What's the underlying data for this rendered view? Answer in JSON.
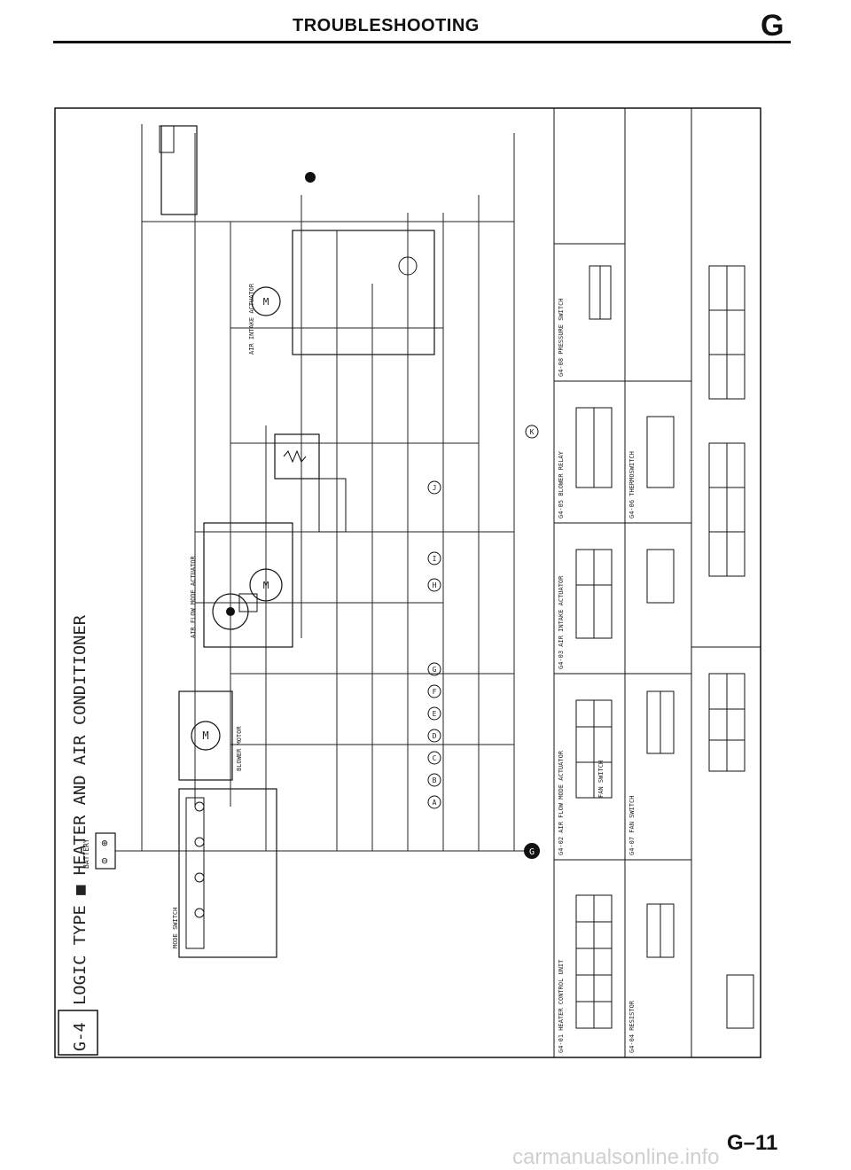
{
  "header": {
    "title": "TROUBLESHOOTING",
    "section_letter": "G"
  },
  "diagram": {
    "section_id": "G-4",
    "title": "LOGIC TYPE ■ HEATER AND AIR CONDITIONER",
    "battery_label": "BATTERY",
    "motors": {
      "blower": "BLOWER MOTOR",
      "intake": "AIR INTAKE ACTUATOR",
      "mode": "AIR FLOW MODE ACTUATOR"
    },
    "switches": {
      "mode": "MODE SWITCH",
      "fan": "FAN SWITCH"
    },
    "connectors": [
      "G4-01 HEATER CONTROL UNIT",
      "G4-02 AIR FLOW MODE ACTUATOR",
      "G4-03 AIR INTAKE ACTUATOR",
      "G4-04 RESISTOR",
      "G4-05 BLOWER RELAY",
      "G4-06 THERMOSWITCH",
      "G4-07 FAN SWITCH",
      "G4-08 PRESSURE SWITCH"
    ],
    "terminal_letters": [
      "A",
      "B",
      "C",
      "D",
      "E",
      "F",
      "G",
      "H",
      "I",
      "J",
      "K"
    ]
  },
  "footer": {
    "page_number": "G–11",
    "watermark": "carmanualsonline.info"
  }
}
